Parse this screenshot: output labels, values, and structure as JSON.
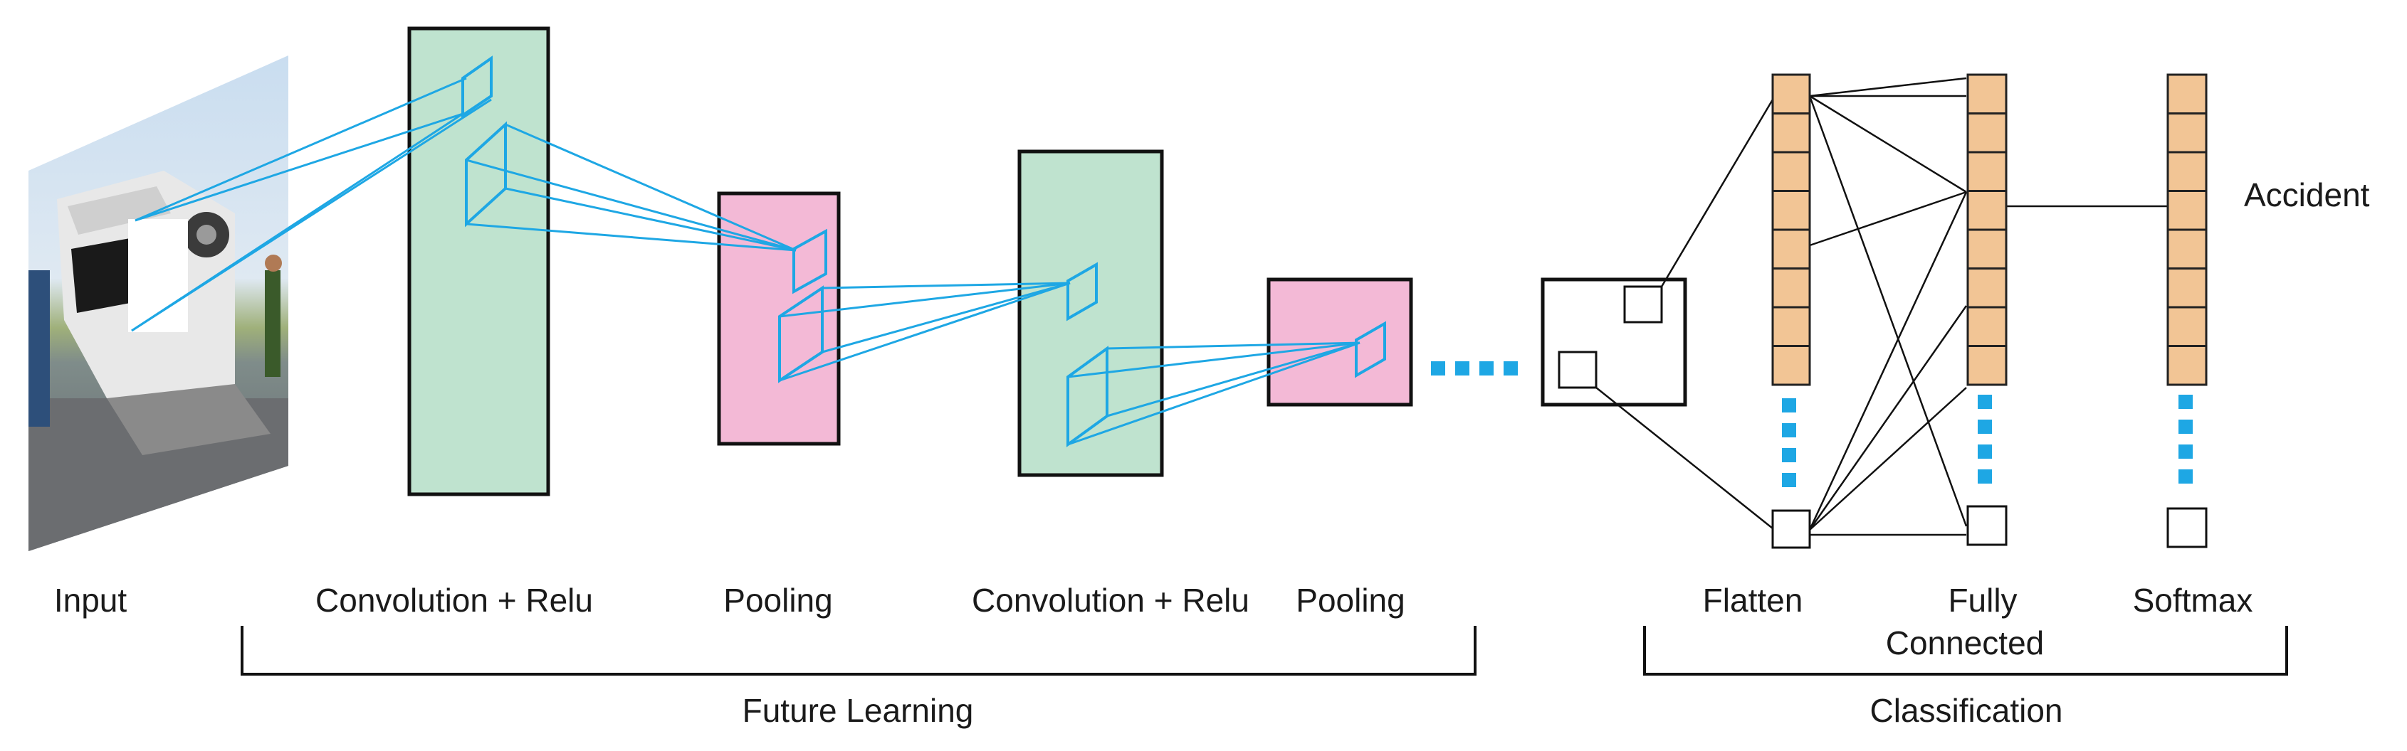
{
  "labels": {
    "input": "Input",
    "conv1": "Convolution + Relu",
    "pool1": "Pooling",
    "conv2": "Convolution + Relu",
    "pool2": "Pooling",
    "flatten": "Flatten",
    "fully_connected_line1": "Fully",
    "fully_connected_line2": "Connected",
    "softmax": "Softmax",
    "output_class": "Accident"
  },
  "groups": {
    "feature_learning": "Future Learning",
    "classification": "Classification"
  },
  "colors": {
    "conv_fill": "#bfe3cf",
    "pool_fill": "#f3b9d6",
    "neuron_fill": "#f2c595",
    "projection_line": "#1ea7e4",
    "dots": "#1ea7e4"
  },
  "input_image": "overturned-car-photo"
}
